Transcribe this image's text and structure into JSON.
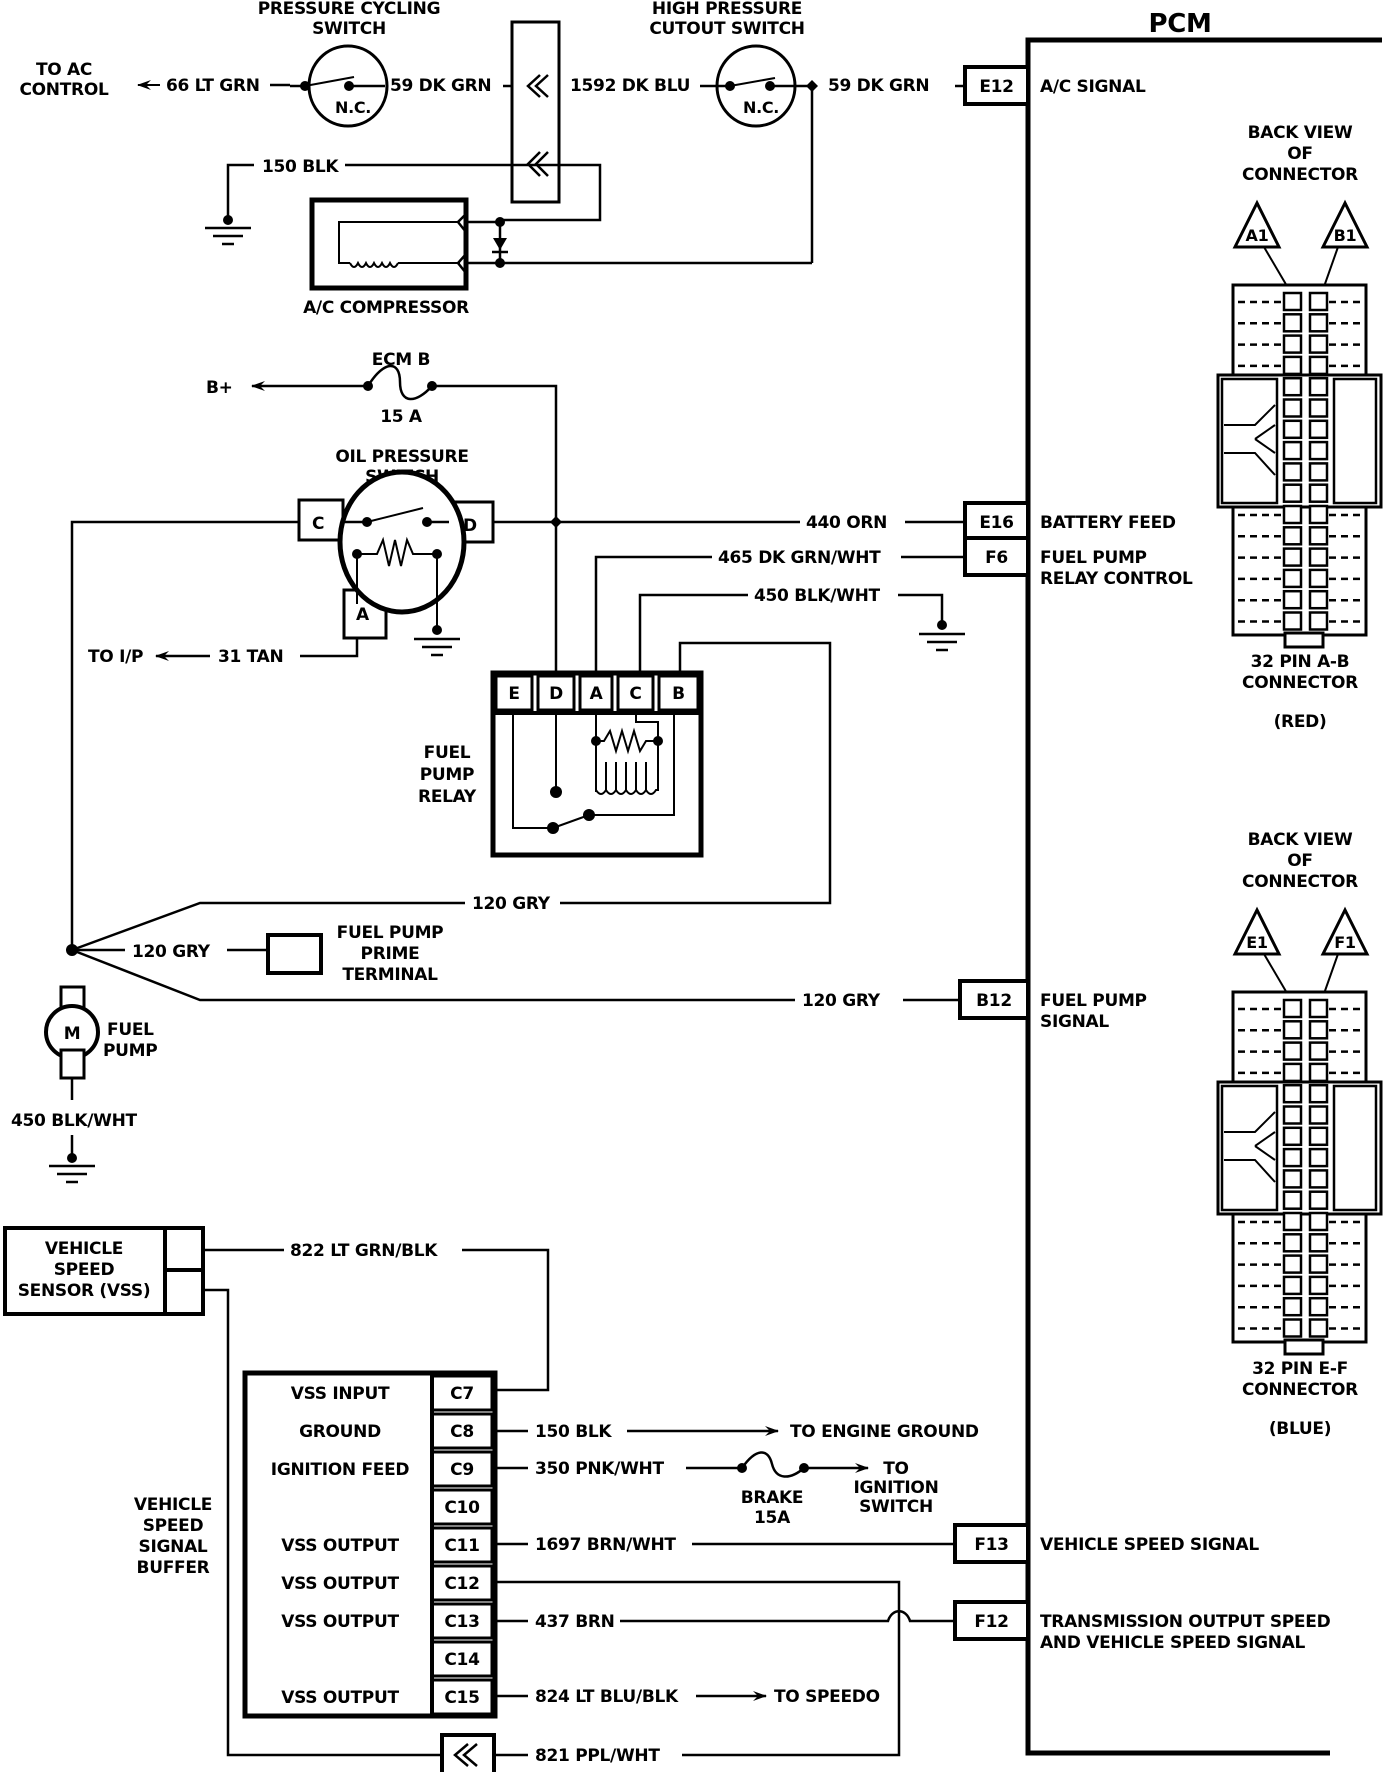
{
  "ac_section": {
    "to_ac_control": [
      "TO AC",
      "CONTROL"
    ],
    "pressure_cycling_switch": [
      "PRESSURE CYCLING",
      "SWITCH"
    ],
    "high_pressure_cutout_switch": [
      "HIGH PRESSURE",
      "CUTOUT SWITCH"
    ],
    "nc_label": "N.C.",
    "wire_66": "66 LT GRN",
    "wire_59_left": "59 DK GRN",
    "wire_1592": "1592 DK BLU",
    "wire_59_right": "59 DK GRN",
    "wire_150": "150 BLK",
    "compressor_label": "A/C COMPRESSOR"
  },
  "power_section": {
    "b_plus": "B+",
    "fuse_name": "ECM B",
    "fuse_rating": "15 A",
    "oil_pressure_switch": [
      "OIL PRESSURE",
      "SWITCH"
    ],
    "oil_terminals": {
      "c": "C",
      "d": "D",
      "a": "A"
    },
    "to_ip": "TO I/P",
    "wire_31": "31 TAN",
    "wire_440": "440 ORN",
    "wire_465": "465 DK GRN/WHT",
    "wire_450_top": "450 BLK/WHT"
  },
  "relay": {
    "label": [
      "FUEL",
      "PUMP",
      "RELAY"
    ],
    "terminals": [
      "E",
      "D",
      "A",
      "C",
      "B"
    ]
  },
  "fuel_pump_section": {
    "wire_120_top": "120 GRY",
    "wire_120_mid": "120 GRY",
    "wire_120_bottom": "120 GRY",
    "prime_terminal": [
      "FUEL PUMP",
      "PRIME",
      "TERMINAL"
    ],
    "motor_symbol": "M",
    "fuel_pump_label": [
      "FUEL",
      "PUMP"
    ],
    "wire_450_bottom": "450 BLK/WHT"
  },
  "pcm": {
    "title": "PCM",
    "pins": [
      {
        "id": "E12",
        "label": [
          "A/C SIGNAL"
        ]
      },
      {
        "id": "E16",
        "label": [
          "BATTERY FEED"
        ]
      },
      {
        "id": "F6",
        "label": [
          "FUEL PUMP",
          "RELAY CONTROL"
        ]
      },
      {
        "id": "B12",
        "label": [
          "FUEL PUMP",
          "SIGNAL"
        ]
      },
      {
        "id": "F13",
        "label": [
          "VEHICLE SPEED SIGNAL"
        ]
      },
      {
        "id": "F12",
        "label": [
          "TRANSMISSION OUTPUT SPEED",
          "AND VEHICLE SPEED SIGNAL"
        ]
      }
    ]
  },
  "connectors": [
    {
      "heading": [
        "BACK VIEW",
        "OF",
        "CONNECTOR"
      ],
      "pin_a": "A1",
      "pin_b": "B1",
      "name": [
        "32 PIN A-B",
        "CONNECTOR"
      ],
      "color": "(RED)"
    },
    {
      "heading": [
        "BACK VIEW",
        "OF",
        "CONNECTOR"
      ],
      "pin_a": "E1",
      "pin_b": "F1",
      "name": [
        "32 PIN E-F",
        "CONNECTOR"
      ],
      "color": "(BLUE)"
    }
  ],
  "vss": {
    "sensor_label": [
      "VEHICLE",
      "SPEED",
      "SENSOR (VSS)"
    ],
    "wire_822": "822 LT GRN/BLK",
    "wire_821": "821 PPL/WHT",
    "buffer_label": [
      "VEHICLE",
      "SPEED",
      "SIGNAL",
      "BUFFER"
    ],
    "buffer_rows": [
      {
        "name": "VSS INPUT",
        "pin": "C7"
      },
      {
        "name": "GROUND",
        "pin": "C8"
      },
      {
        "name": "IGNITION FEED",
        "pin": "C9"
      },
      {
        "name": "",
        "pin": "C10"
      },
      {
        "name": "VSS OUTPUT",
        "pin": "C11"
      },
      {
        "name": "VSS OUTPUT",
        "pin": "C12"
      },
      {
        "name": "VSS OUTPUT",
        "pin": "C13"
      },
      {
        "name": "",
        "pin": "C14"
      },
      {
        "name": "VSS OUTPUT",
        "pin": "C15"
      }
    ],
    "wire_150": "150 BLK",
    "to_engine_ground": "TO ENGINE GROUND",
    "wire_350": "350 PNK/WHT",
    "brake_fuse": [
      "BRAKE",
      "15A"
    ],
    "to_ignition_switch": [
      "TO",
      "IGNITION",
      "SWITCH"
    ],
    "wire_1697": "1697 BRN/WHT",
    "wire_437": "437 BRN",
    "wire_824": "824 LT BLU/BLK",
    "to_speedo": "TO SPEEDO"
  }
}
